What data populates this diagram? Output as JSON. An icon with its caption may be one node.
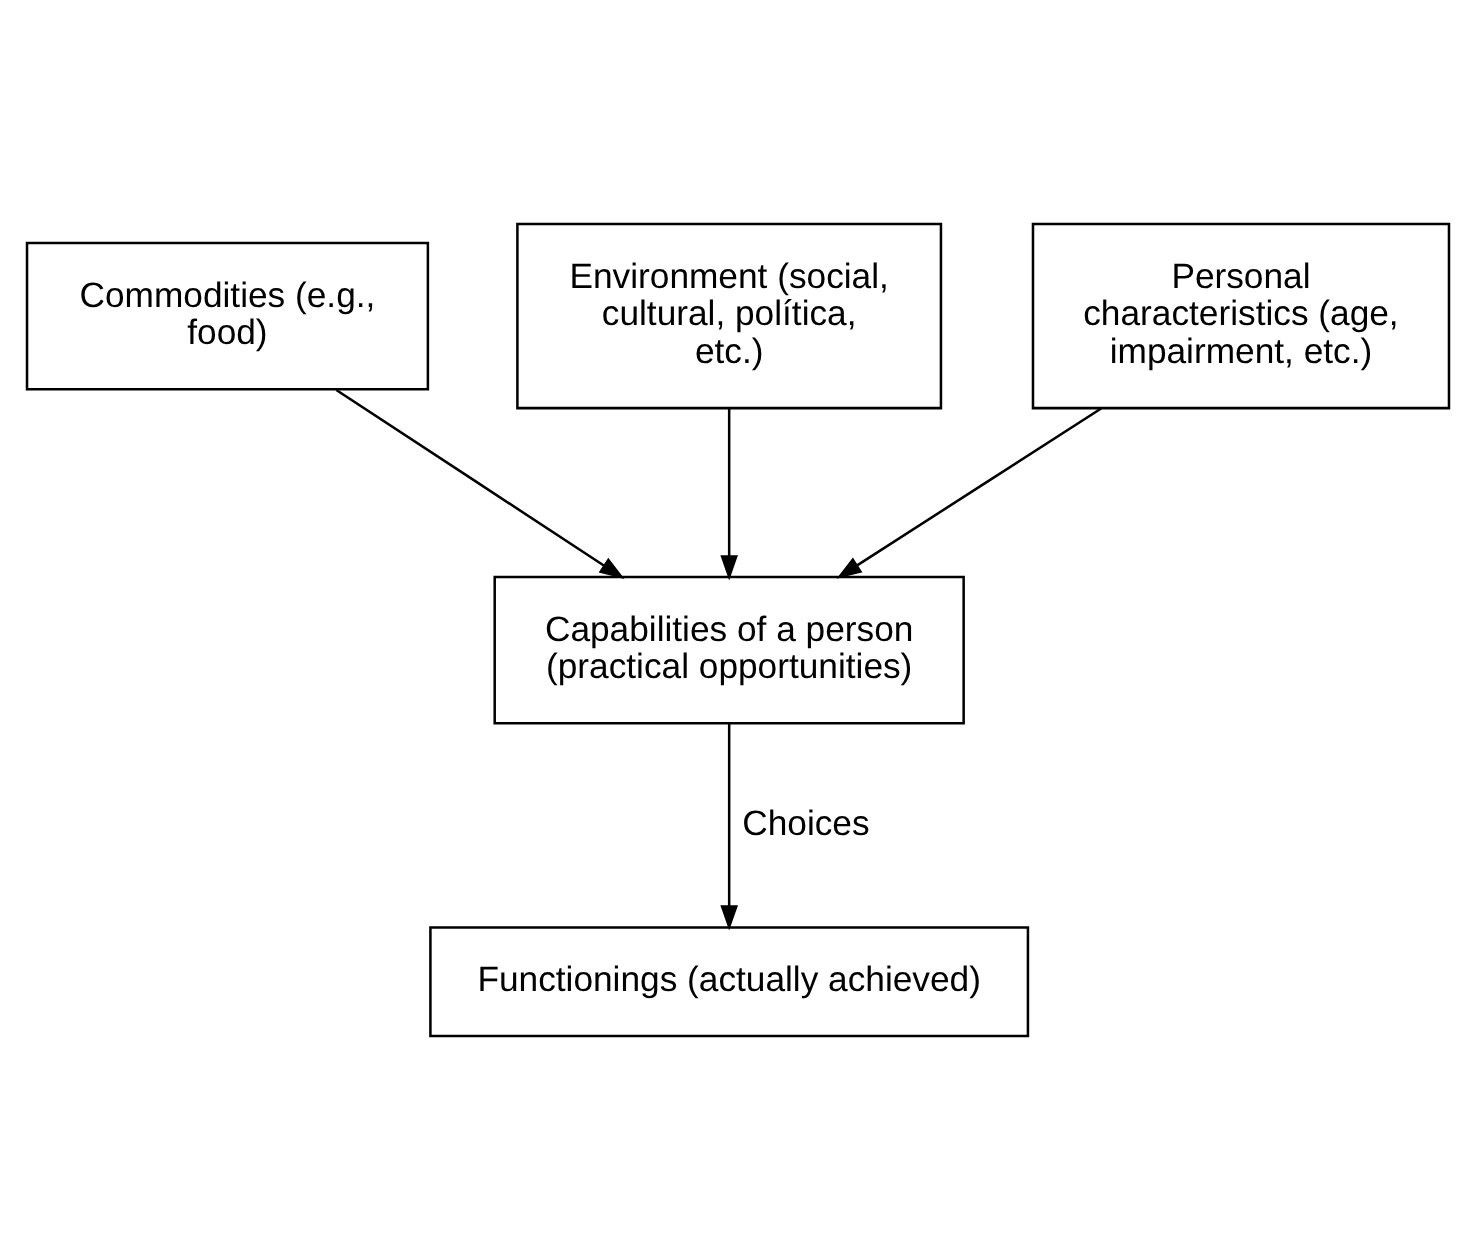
{
  "diagram": {
    "nodes": [
      {
        "text": [
          "Commodities (e.g., food)"
        ]
      },
      {
        "text": [
          "Environment (social, cultural, política, etc.)"
        ]
      },
      {
        "text": [
          "Personal characteristics (age, impairment, etc.)"
        ]
      },
      {
        "text": [
          "Capabilities of a person (practical opportunities)"
        ]
      },
      {
        "text": [
          "Functionings (actually achieved)"
        ]
      }
    ],
    "edges": [
      {
        "from": 0,
        "to": 3,
        "arrow": "to"
      },
      {
        "from": 1,
        "to": 3,
        "arrow": "to"
      },
      {
        "from": 2,
        "to": 3,
        "arrow": "to"
      },
      {
        "from": 3,
        "to": 4,
        "arrow": "to",
        "label": "Choices"
      }
    ]
  }
}
